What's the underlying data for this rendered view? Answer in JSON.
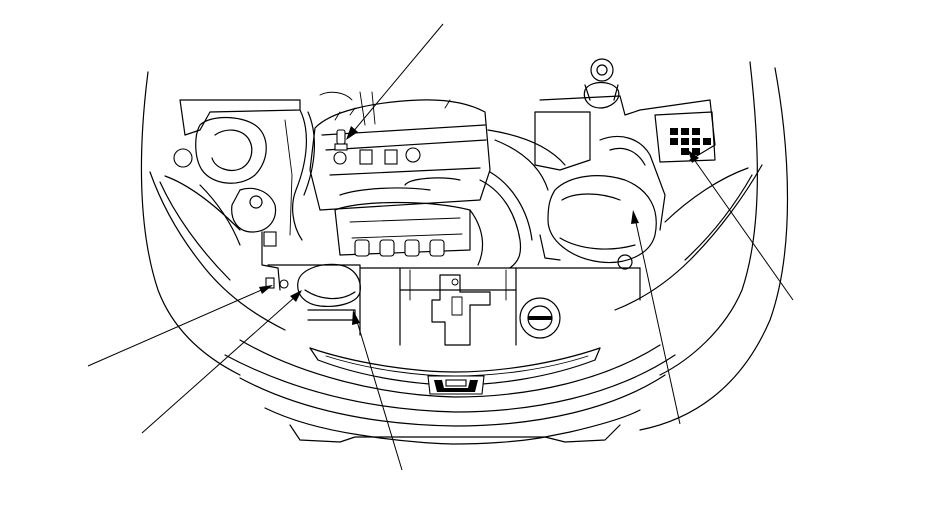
{
  "diagram": {
    "callouts": [
      {
        "id": "top-center",
        "target": "engine-top-sensor"
      },
      {
        "id": "right-upper",
        "target": "fuse-relay-box"
      },
      {
        "id": "right-lower",
        "target": "battery-area-component"
      },
      {
        "id": "bottom-center",
        "target": "reservoir-cap"
      },
      {
        "id": "left-upper",
        "target": "left-small-component"
      },
      {
        "id": "left-lower",
        "target": "left-hose-end"
      }
    ],
    "colors": {
      "line": "#000000",
      "background": "#ffffff"
    }
  }
}
